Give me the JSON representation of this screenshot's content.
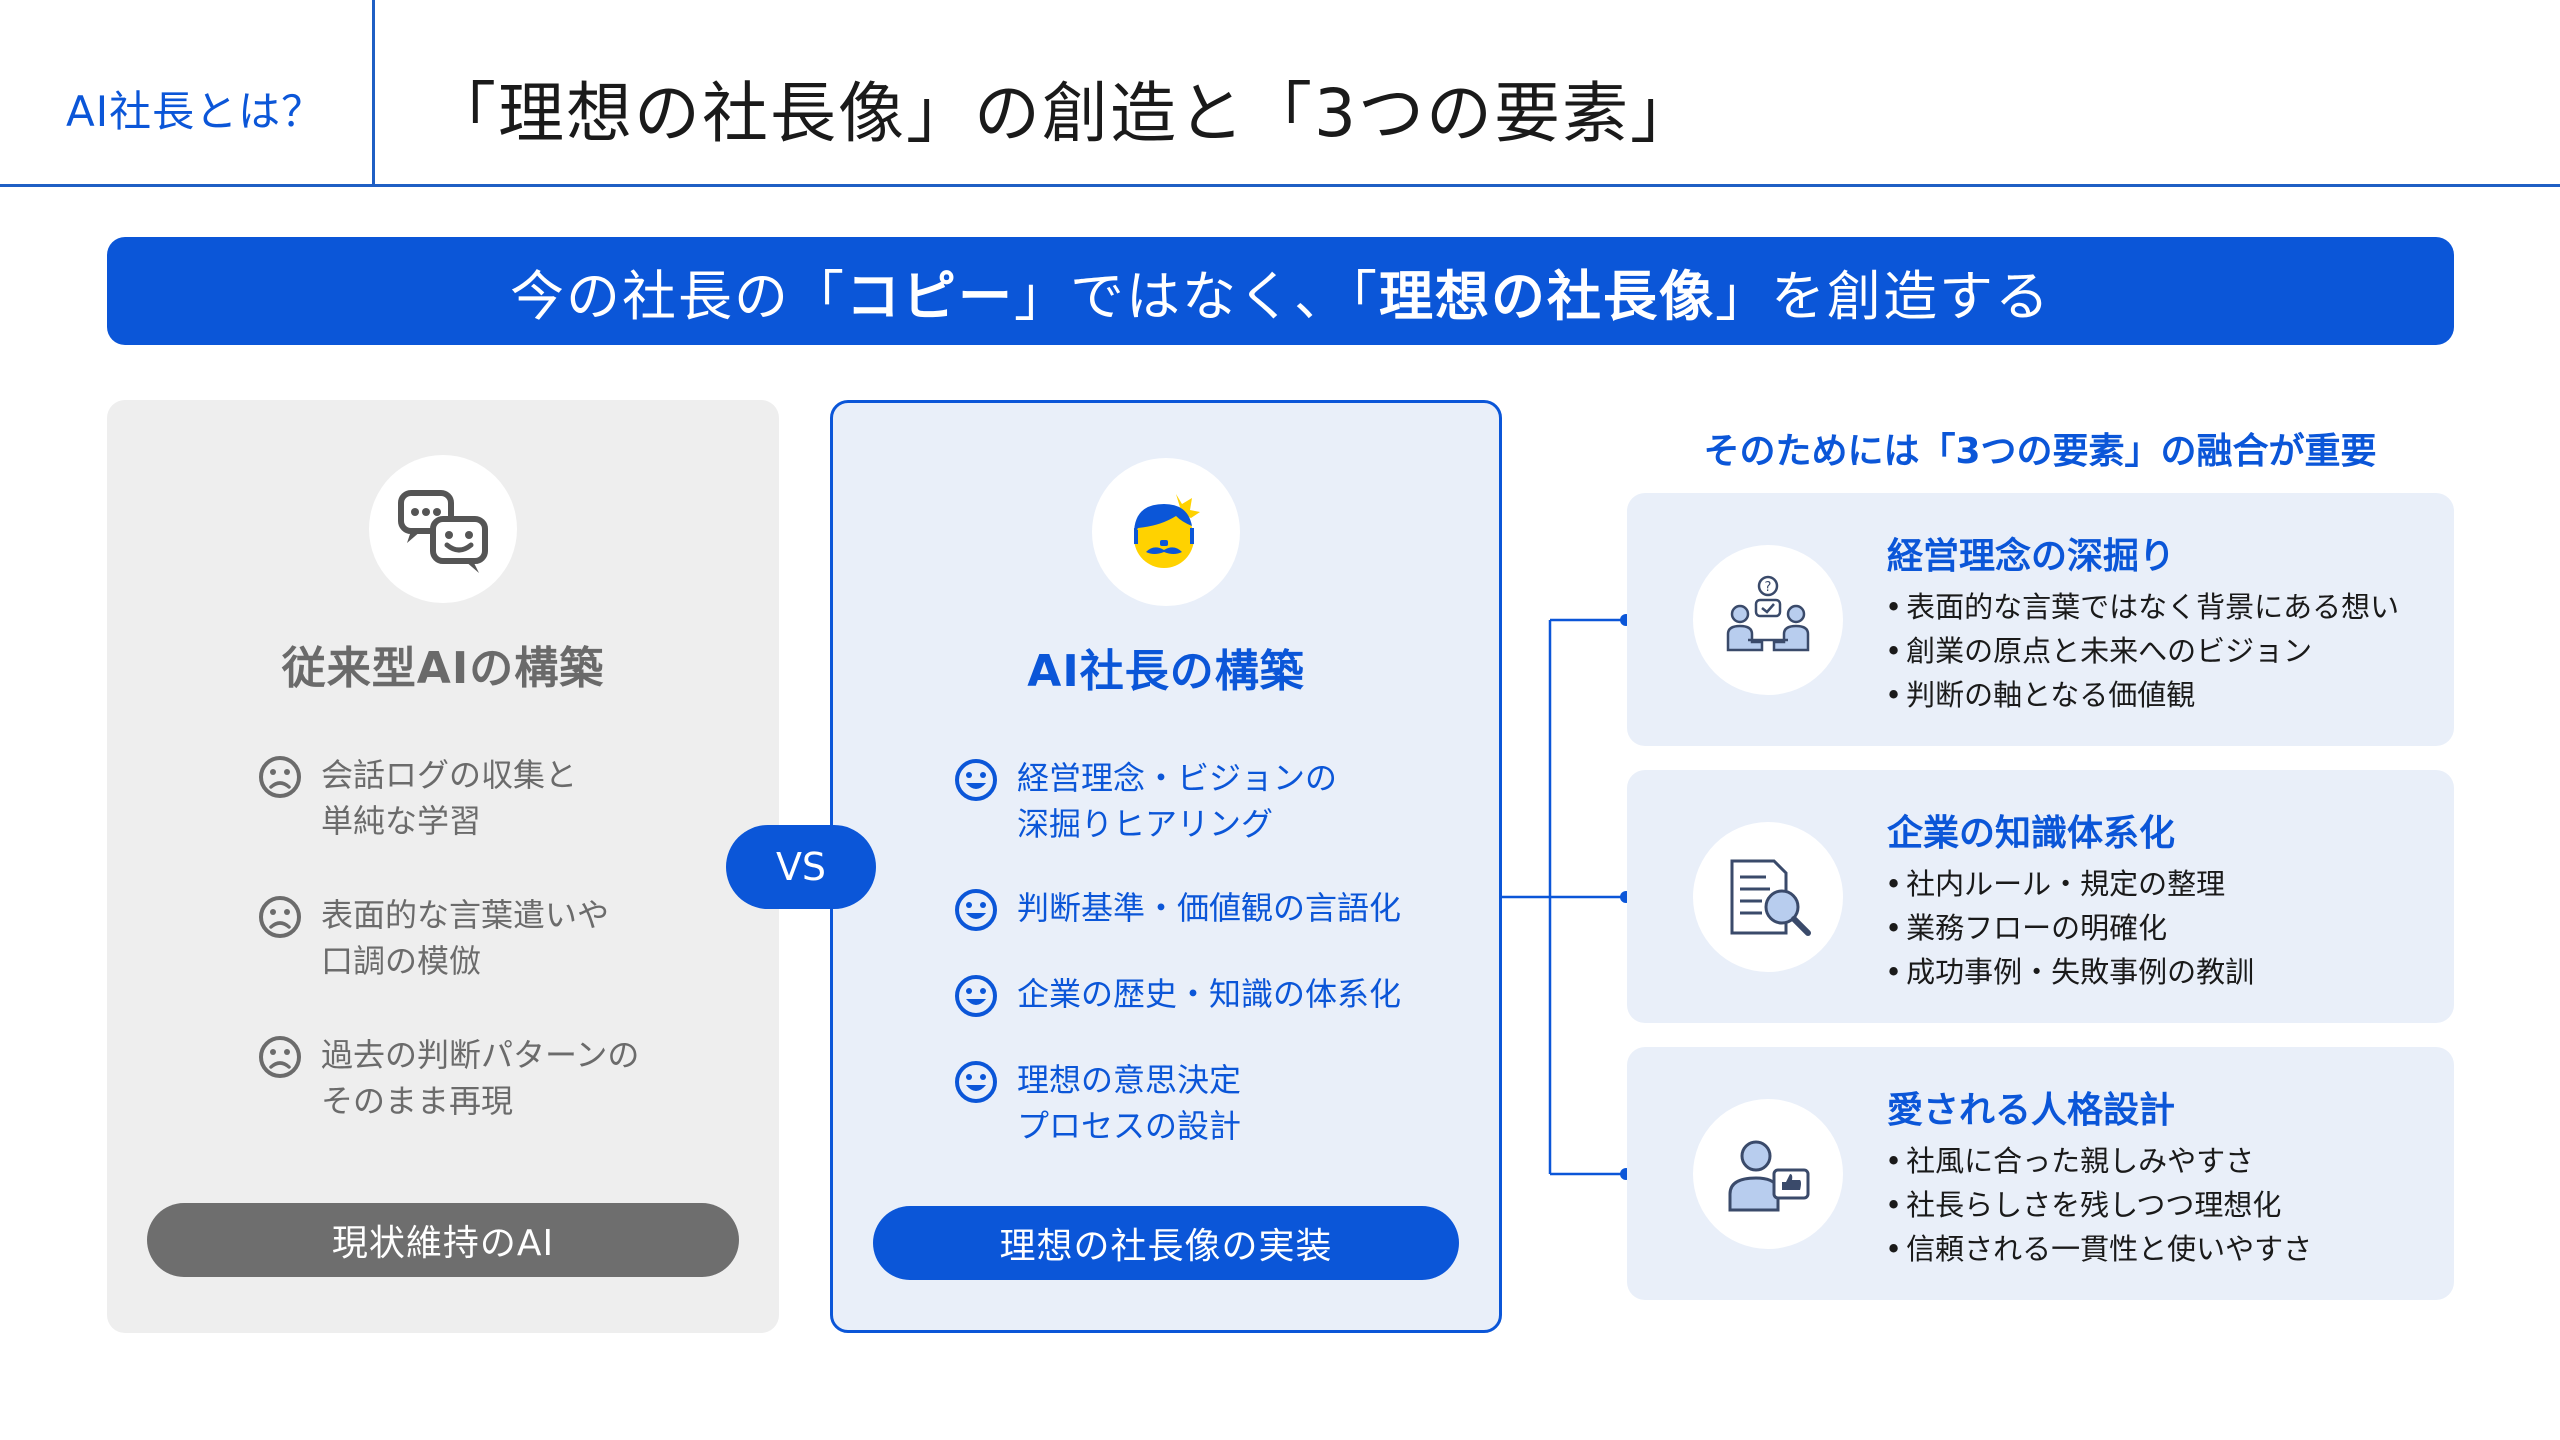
{
  "header": {
    "section_label": "AI社長とは？",
    "title": "「理想の社長像」の創造と「3つの要素」"
  },
  "banner": {
    "part1": "今の社長の「",
    "bold1": "コピー",
    "part2": "」ではなく、「",
    "bold2": "理想の社長像",
    "part3": "」を創造する"
  },
  "left_panel": {
    "icon": "chat-bubbles-icon",
    "title": "従来型AIの構築",
    "items": [
      {
        "icon": "sad-face-icon",
        "text": "会話ログの収集と\n単純な学習"
      },
      {
        "icon": "sad-face-icon",
        "text": "表面的な言葉遣いや\n口調の模倣"
      },
      {
        "icon": "sad-face-icon",
        "text": "過去の判断パターンの\nそのまま再現"
      }
    ],
    "pill": "現状維持のAI"
  },
  "vs_label": "VS",
  "mid_panel": {
    "icon": "ai-president-face-icon",
    "title": "AI社長の構築",
    "items": [
      {
        "icon": "smile-face-icon",
        "text": "経営理念・ビジョンの\n深掘りヒアリング"
      },
      {
        "icon": "smile-face-icon",
        "text": "判断基準・価値観の言語化"
      },
      {
        "icon": "smile-face-icon",
        "text": "企業の歴史・知識の体系化"
      },
      {
        "icon": "smile-face-icon",
        "text": "理想の意思決定\nプロセスの設計"
      }
    ],
    "pill": "理想の社長像の実装"
  },
  "right": {
    "heading": "そのためには「3つの要素」の融合が重要",
    "cards": [
      {
        "icon": "meeting-people-icon",
        "title": "経営理念の深掘り",
        "bullets": [
          "表面的な言葉ではなく背景にある想い",
          "創業の原点と未来へのビジョン",
          "判断の軸となる価値観"
        ]
      },
      {
        "icon": "document-search-icon",
        "title": "企業の知識体系化",
        "bullets": [
          "社内ルール・規定の整理",
          "業務フローの明確化",
          "成功事例・失敗事例の教訓"
        ]
      },
      {
        "icon": "person-thumbs-up-icon",
        "title": "愛される人格設計",
        "bullets": [
          "社風に合った親しみやすさ",
          "社長らしさを残しつつ理想化",
          "信頼される一貫性と使いやすさ"
        ]
      }
    ]
  },
  "colors": {
    "primary": "#0b56d8",
    "card_bg": "#e9eff9",
    "left_bg": "#eeeeee",
    "left_pill": "#6e6e6e",
    "accent_yellow": "#ffd200"
  }
}
